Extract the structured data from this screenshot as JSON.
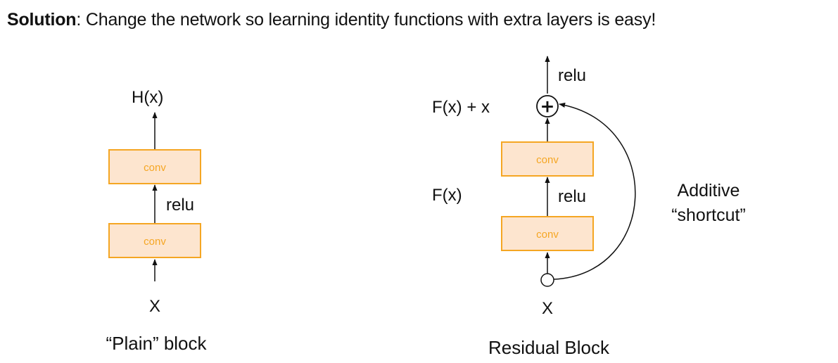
{
  "title": {
    "bold": "Solution",
    "rest": ": Change the network so learning identity functions with extra layers is easy!"
  },
  "plain_block": {
    "output_label": "H(x)",
    "conv_top": "conv",
    "activation": "relu",
    "conv_bottom": "conv",
    "input_label": "X",
    "caption": "“Plain” block"
  },
  "residual_block": {
    "top_activation": "relu",
    "sum_label": "F(x) + x",
    "plus_symbol": "+",
    "conv_top": "conv",
    "branch_label": "F(x)",
    "activation": "relu",
    "conv_bottom": "conv",
    "input_label": "X",
    "caption": "Residual Block",
    "shortcut_line1": "Additive",
    "shortcut_line2": "“shortcut”"
  },
  "colors": {
    "conv_fill": "#fde5cf",
    "conv_stroke": "#f5a623",
    "conv_text": "#f5a623",
    "line": "#111111"
  }
}
